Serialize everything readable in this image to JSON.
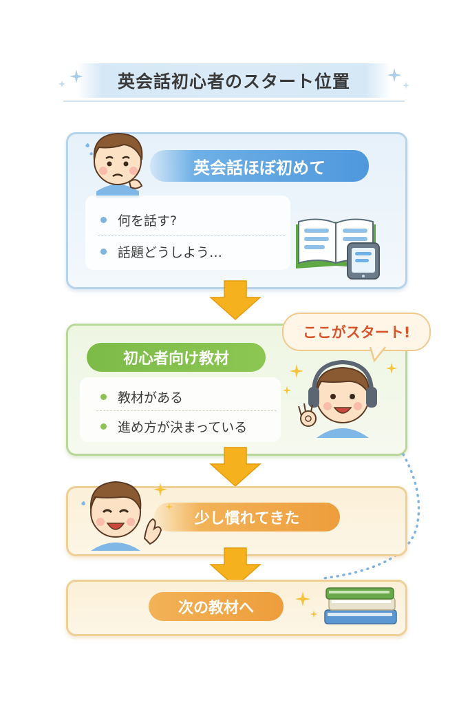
{
  "title": "英会話初心者のスタート位置",
  "steps": [
    {
      "label": "英会話ほぼ初めて",
      "bullets": [
        "何を話す?",
        "話題どうしよう…"
      ]
    },
    {
      "label": "初心者向け教材",
      "bullets": [
        "教材がある",
        "進め方が決まっている"
      ],
      "callout": "ここがスタート!"
    },
    {
      "label": "少し慣れてきた"
    },
    {
      "label": "次の教材へ"
    }
  ],
  "icons": [
    "sparkle-icon",
    "worried-boy-icon",
    "open-book-icon",
    "tablet-icon",
    "down-arrow-icon",
    "headphones-boy-icon",
    "smiling-boy-icon",
    "book-stack-icon"
  ],
  "colors": {
    "blue": "#4e98dc",
    "green": "#8cc653",
    "orange": "#ee9d3b",
    "arrow": "#f6b21e",
    "callout_text": "#d7552d"
  }
}
